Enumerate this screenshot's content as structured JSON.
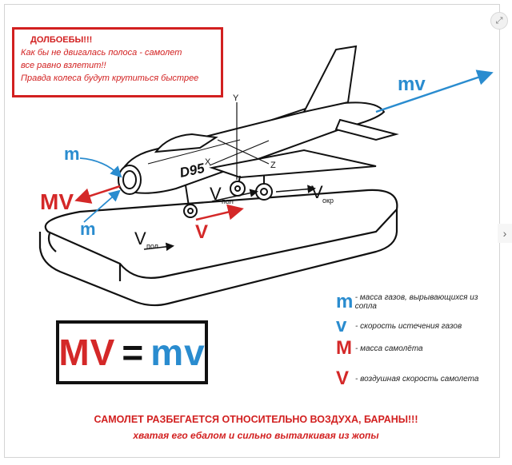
{
  "warning": {
    "title": "ДОЛБОЕБЫ!!!",
    "lines": [
      "Как бы не двигалась полоса - самолет",
      "все равно взлетит!!",
      "Правда колеса будут крутиться быстрее"
    ]
  },
  "diagram": {
    "plane_number": "D95",
    "axes": {
      "y": "Y",
      "x": "X",
      "z": "Z"
    },
    "labels": {
      "mv_out": "mv",
      "m_top": "m",
      "m_bottom": "m",
      "MV_red": "MV",
      "V_red": "V",
      "V": "V",
      "pol_sub": "пол",
      "okr_sub": "окр"
    }
  },
  "formula": {
    "lhs": "MV",
    "eq": "=",
    "rhs": "mv"
  },
  "legend": [
    {
      "symbol": "m",
      "text": "- масса газов, вырывающихся из сопла",
      "color": "#2a8ccf"
    },
    {
      "symbol": "v",
      "text": "- скорость истечения газов",
      "color": "#2a8ccf"
    },
    {
      "symbol": "M",
      "text": "- масса самолёта",
      "color": "#d42828"
    },
    {
      "symbol": "V",
      "text": "- воздушная скорость самолета",
      "color": "#d42828"
    }
  ],
  "bottom": {
    "line1": "САМОЛЕТ РАЗБЕГАЕТСЯ ОТНОСИТЕЛЬНО ВОЗДУХА, БАРАНЫ!!!",
    "line2": "хватая его ебалом и сильно выталкивая из жопы"
  },
  "colors": {
    "red": "#d42828",
    "blue": "#2a8ccf"
  },
  "controls": {
    "expand_icon": "expand-icon",
    "next_icon": "chevron-right-icon"
  }
}
